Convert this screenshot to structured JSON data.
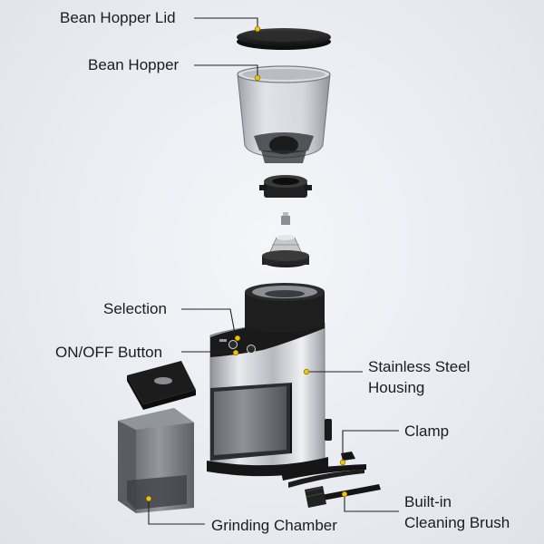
{
  "labels": {
    "bean_hopper_lid": "Bean Hopper Lid",
    "bean_hopper": "Bean Hopper",
    "selection": "Selection",
    "on_off_button": "ON/OFF Button",
    "stainless_steel_housing_line1": "Stainless Steel",
    "stainless_steel_housing_line2": "Housing",
    "clamp": "Clamp",
    "cleaning_brush_line1": "Built-in",
    "cleaning_brush_line2": "Cleaning Brush",
    "grinding_chamber": "Grinding Chamber"
  },
  "colors": {
    "leader_line": "#222222",
    "marker_dot": "#f2c500",
    "plastic_black": "#1b1b1b",
    "smoked_plastic": "#5a5e63",
    "steel": "#c9ccd0"
  }
}
